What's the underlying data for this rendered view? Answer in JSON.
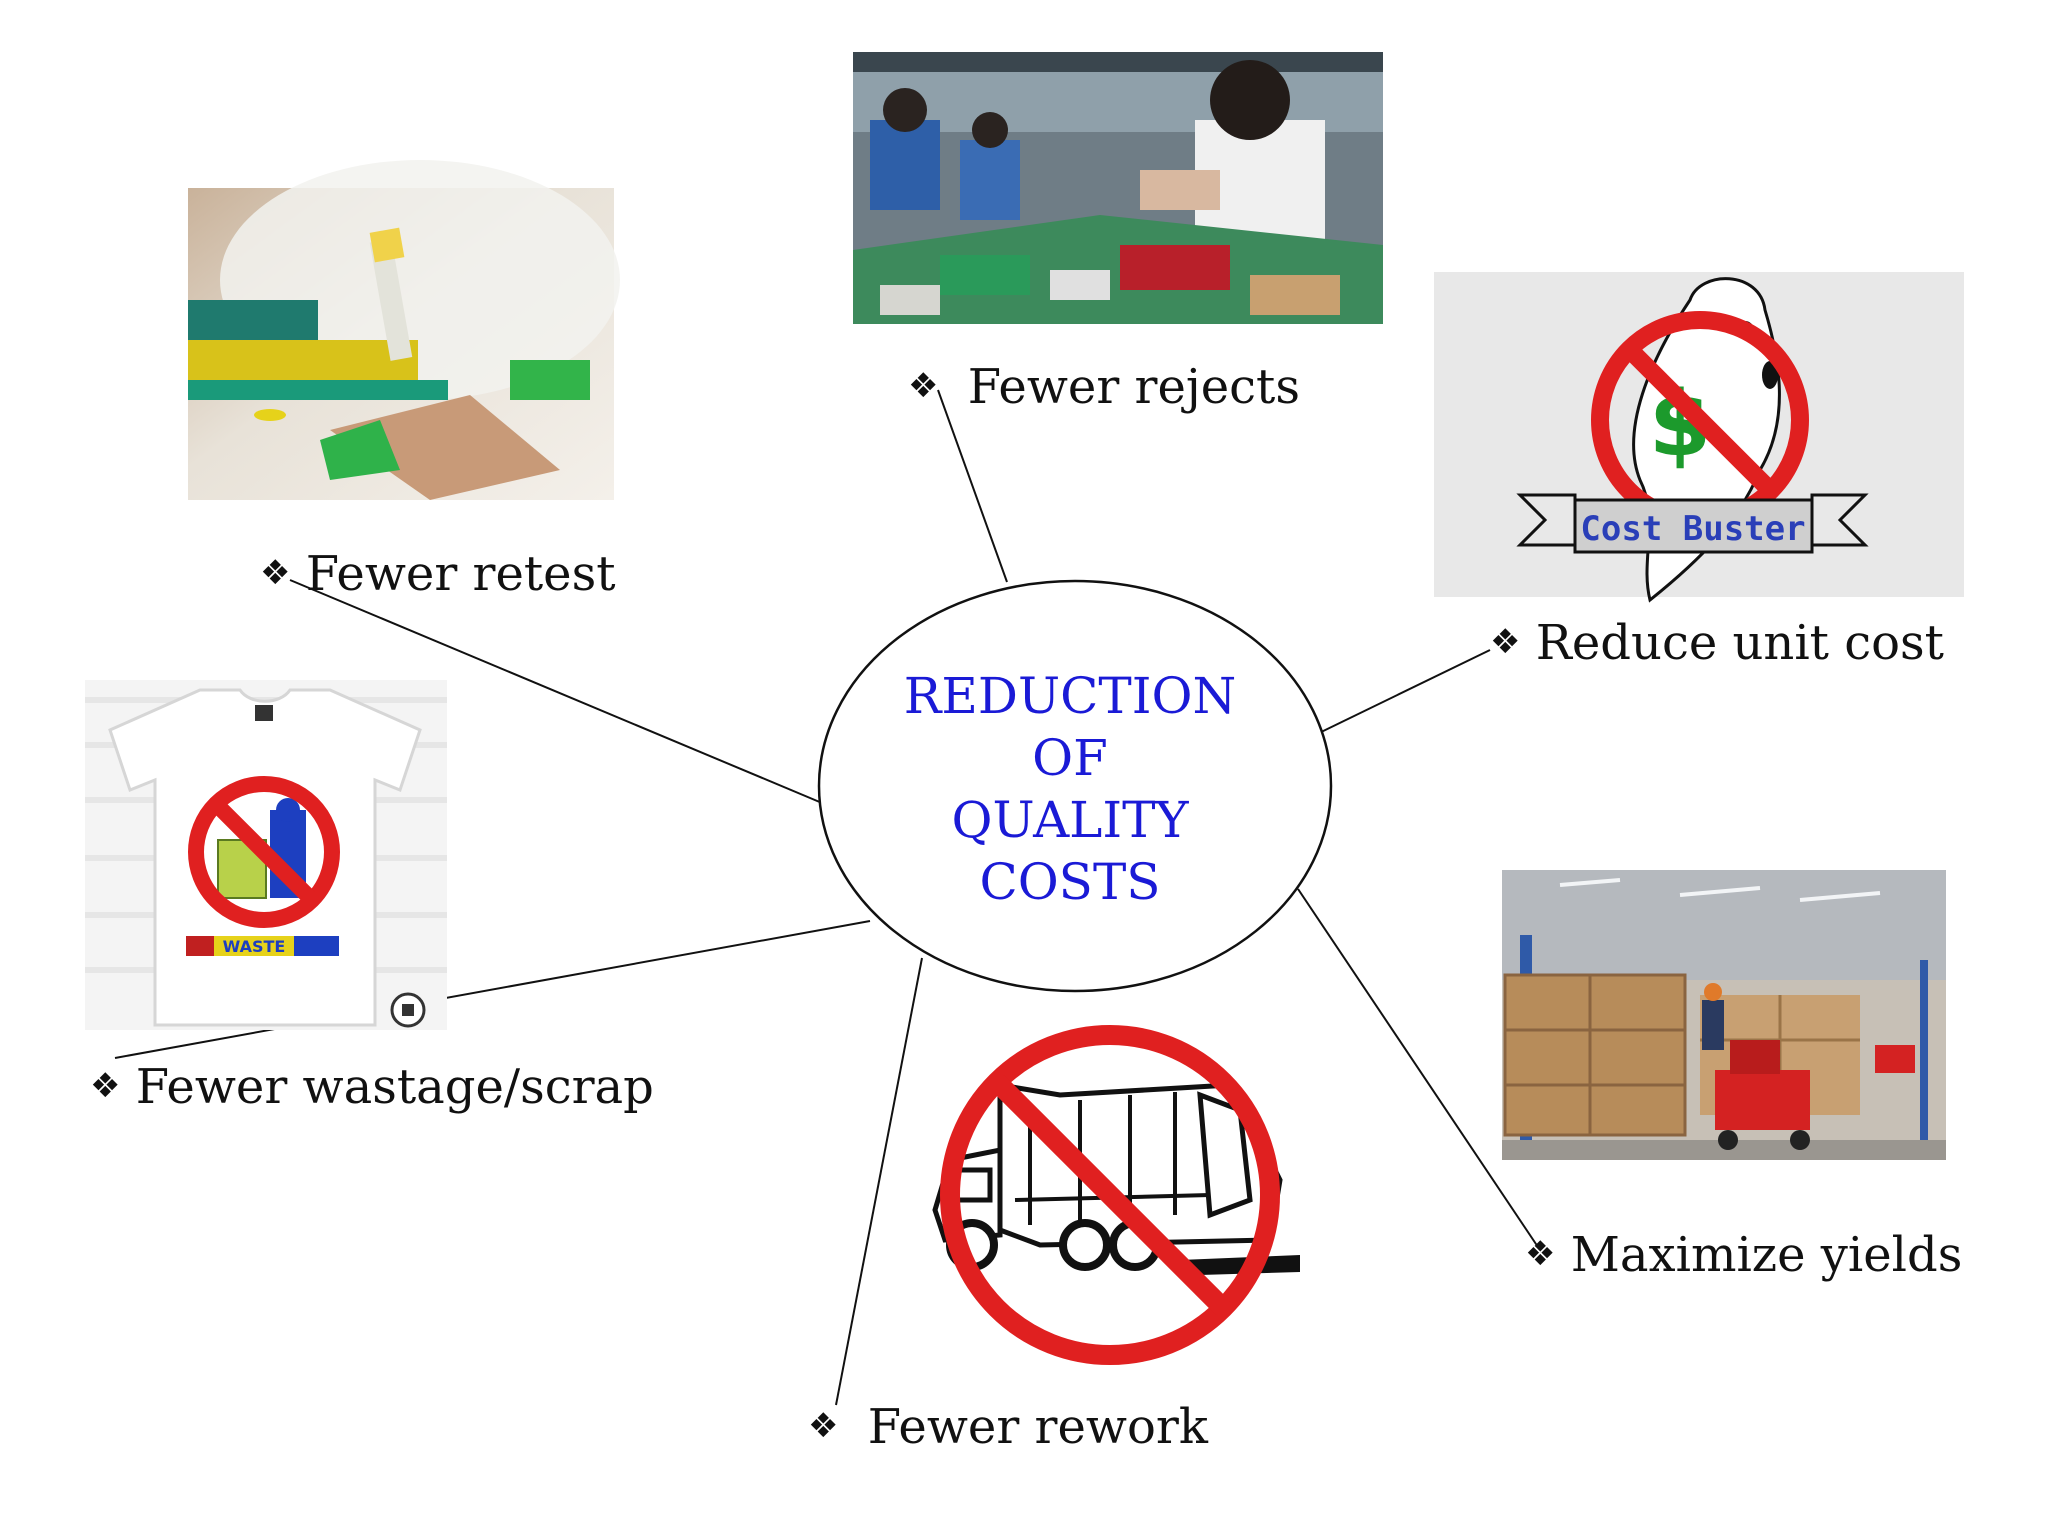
{
  "center": {
    "lines": [
      "REDUCTION",
      "OF",
      "QUALITY",
      "COSTS"
    ],
    "color": "#1a1ad6"
  },
  "bullet_glyph": "❖",
  "benefits": {
    "fewer_rejects": "Fewer rejects",
    "fewer_retest": "Fewer retest",
    "reduce_unit_cost": "Reduce unit cost",
    "fewer_wastage": "Fewer wastage/scrap",
    "maximize_yields": "Maximize yields",
    "fewer_rework": "Fewer rework"
  },
  "images": {
    "cost_buster_banner": "Cost Buster",
    "no_waste_banner": "WASTE"
  },
  "colors": {
    "prohibition_red": "#e02020",
    "connector": "#111111"
  }
}
